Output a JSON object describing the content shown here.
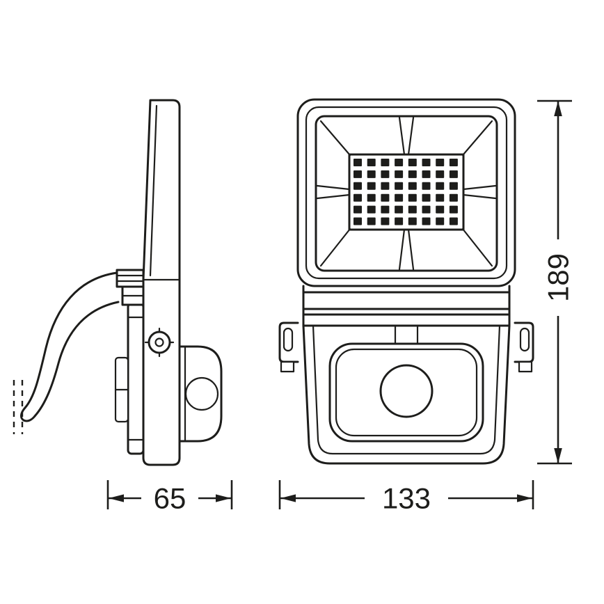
{
  "colors": {
    "line": "#1d1d1b",
    "led": "#1d1d1b",
    "background": "#ffffff"
  },
  "dimension_labels": {
    "height": "189",
    "depth": "65",
    "width": "133"
  },
  "led_grid": {
    "columns": 8,
    "rows": 6
  }
}
